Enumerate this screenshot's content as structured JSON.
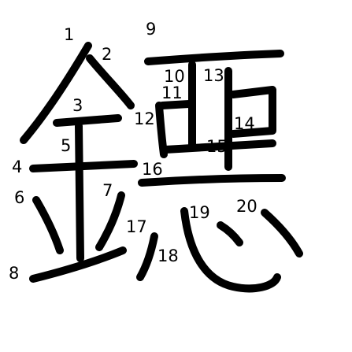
{
  "stroke_color": "#000000",
  "background_color": "#ffffff",
  "stroke_numbers": [
    "1",
    "2",
    "3",
    "4",
    "5",
    "6",
    "7",
    "8",
    "9",
    "10",
    "11",
    "12",
    "13",
    "14",
    "15",
    "16",
    "17",
    "18",
    "19",
    "20"
  ]
}
